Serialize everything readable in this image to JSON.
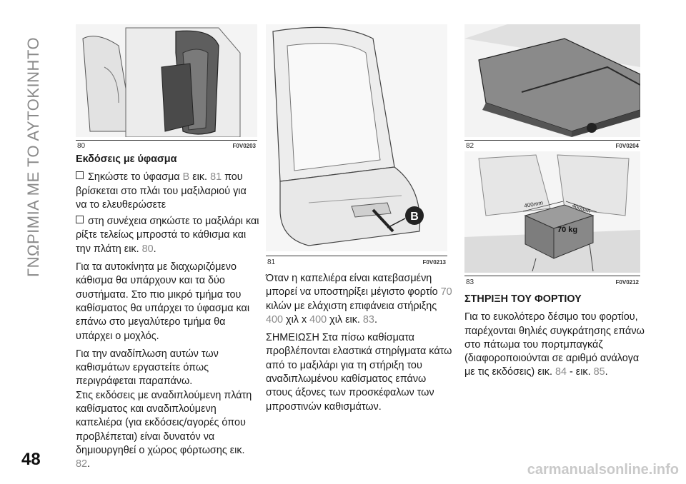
{
  "side_title": "ΓΝΩΡΙΜΙΑ ΜΕ ΤΟ ΑΥΤΟΚΙΝΗΤΟ",
  "page_number": "48",
  "watermark": "carmanualsonline.info",
  "figures": {
    "f80": {
      "num": "80",
      "code": "F0V0203"
    },
    "f81": {
      "num": "81",
      "code": "F0V0213",
      "label_b": "B"
    },
    "f82": {
      "num": "82",
      "code": "F0V0204"
    },
    "f83": {
      "num": "83",
      "code": "F0V0212",
      "dim1": "400mm",
      "dim2": "400mm",
      "weight": "70 kg"
    }
  },
  "col1": {
    "heading": "Εκδόσεις με ύφασμα",
    "b1_a": "Σηκώστε το ύφασμα ",
    "b1_b": "B",
    "b1_c": " εικ. ",
    "b1_d": "81",
    "b1_e": " που βρίσκεται στο πλάι του μαξιλαριού για να το ελευθερώσετε",
    "b2_a": "στη συνέχεια σηκώστε το μαξιλάρι και ρίξτε τελείως μπροστά το κάθισμα και την πλάτη εικ. ",
    "b2_b": "80",
    "b2_c": ".",
    "p1": "Για τα αυτοκίνητα με διαχωριζόμενο κάθισμα θα υπάρχουν και τα δύο συστήματα. Στο πιο μικρό τμήμα του καθίσματος θα υπάρχει το ύφασμα και επάνω στο μεγαλύτερο τμήμα θα υπάρχει ο μοχλός.",
    "p2": "Για την αναδίπλωση αυτών των καθισμάτων εργαστείτε όπως περιγράφεται παραπάνω.",
    "p3_a": "Στις εκδόσεις με αναδιπλούμενη πλάτη καθίσματος και αναδιπλούμενη καπελιέρα (για εκδόσεις/αγορές όπου προβλέπεται) είναι δυνατόν να δημιουργηθεί ο χώρος φόρτωσης εικ. ",
    "p3_b": "82",
    "p3_c": "."
  },
  "col2": {
    "a": "Όταν η καπελιέρα είναι κατεβασμένη μπορεί να υποστηρίξει μέγιστο φορτίο ",
    "b": "70",
    "c": " κιλών με ελάχιστη επιφάνεια στήριξης ",
    "d": "400",
    "e": " χιλ x ",
    "f": "400",
    "g": " χιλ εικ. ",
    "h": "83",
    "i": ".",
    "note": "ΣΗΜΕΙΩΣΗ Στα πίσω καθίσματα προβλέπονται ελαστικά στηρίγματα κάτω από το μαξιλάρι για τη στήριξη του αναδιπλωμένου καθίσματος επάνω στους άξονες των προσκέφαλων των μπροστινών καθισμάτων."
  },
  "col3": {
    "heading": "ΣΤΗΡΙΞΗ ΤΟΥ ΦΟΡΤΙΟΥ",
    "a": "Για το ευκολότερο δέσιμο του φορτίου, παρέχονται θηλιές συγκράτησης επάνω στο πάτωμα του πορτμπαγκάζ (διαφοροποιούνται σε αριθμό ανάλογα με τις εκδόσεις) εικ. ",
    "b": "84",
    "c": " - εικ. ",
    "d": "85",
    "e": "."
  },
  "colors": {
    "accent_gray": "#8a8a8a",
    "text": "#1a1a1a"
  }
}
